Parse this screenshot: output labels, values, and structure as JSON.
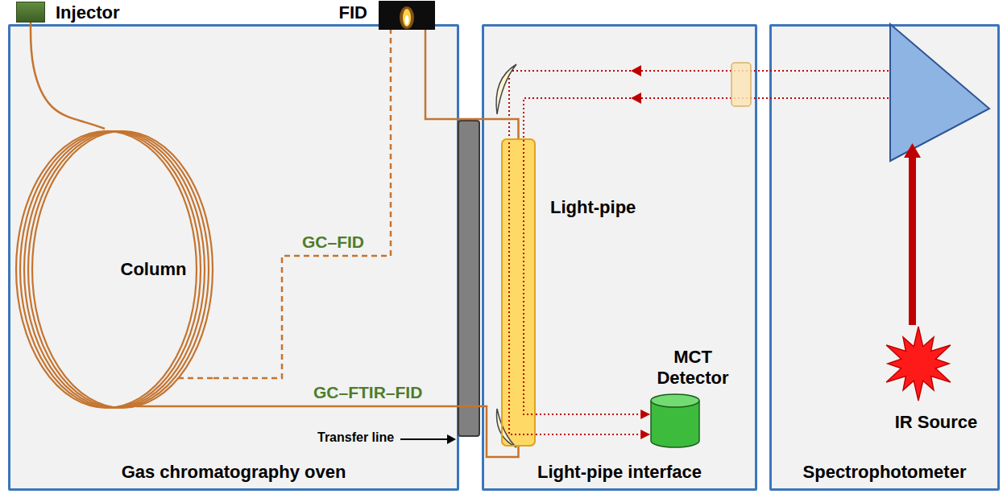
{
  "diagram": {
    "nodes": [
      {
        "text": [
          "Gas chromatography oven"
        ]
      },
      {
        "text": [
          "Light-pipe interface"
        ]
      },
      {
        "text": [
          "Spectrophotometer"
        ]
      },
      {
        "text": [
          "Injector"
        ],
        "in": 0
      },
      {
        "text": [
          "FID"
        ],
        "in": 0
      },
      {
        "text": [
          "Column"
        ],
        "in": 0
      },
      {
        "text": [
          "Light-pipe"
        ],
        "in": 1
      },
      {
        "text": [
          "MCT Detector"
        ],
        "in": 1
      },
      {
        "text": [
          "IR Source"
        ],
        "in": 2
      }
    ],
    "edges": [
      {
        "from": 3,
        "to": 5,
        "arrow": "none"
      },
      {
        "from": 5,
        "to": 4,
        "label": "GC–FID",
        "arrow": "none"
      },
      {
        "from": 5,
        "to": 6,
        "label": "GC–FTIR–FID",
        "arrow": "none"
      },
      {
        "from": 6,
        "to": 4,
        "arrow": "none"
      },
      {
        "from": 6,
        "to": 7,
        "arrow": "to"
      },
      {
        "from": 6,
        "to": 7,
        "arrow": "to"
      }
    ],
    "labels": [
      "Transfer line"
    ]
  }
}
